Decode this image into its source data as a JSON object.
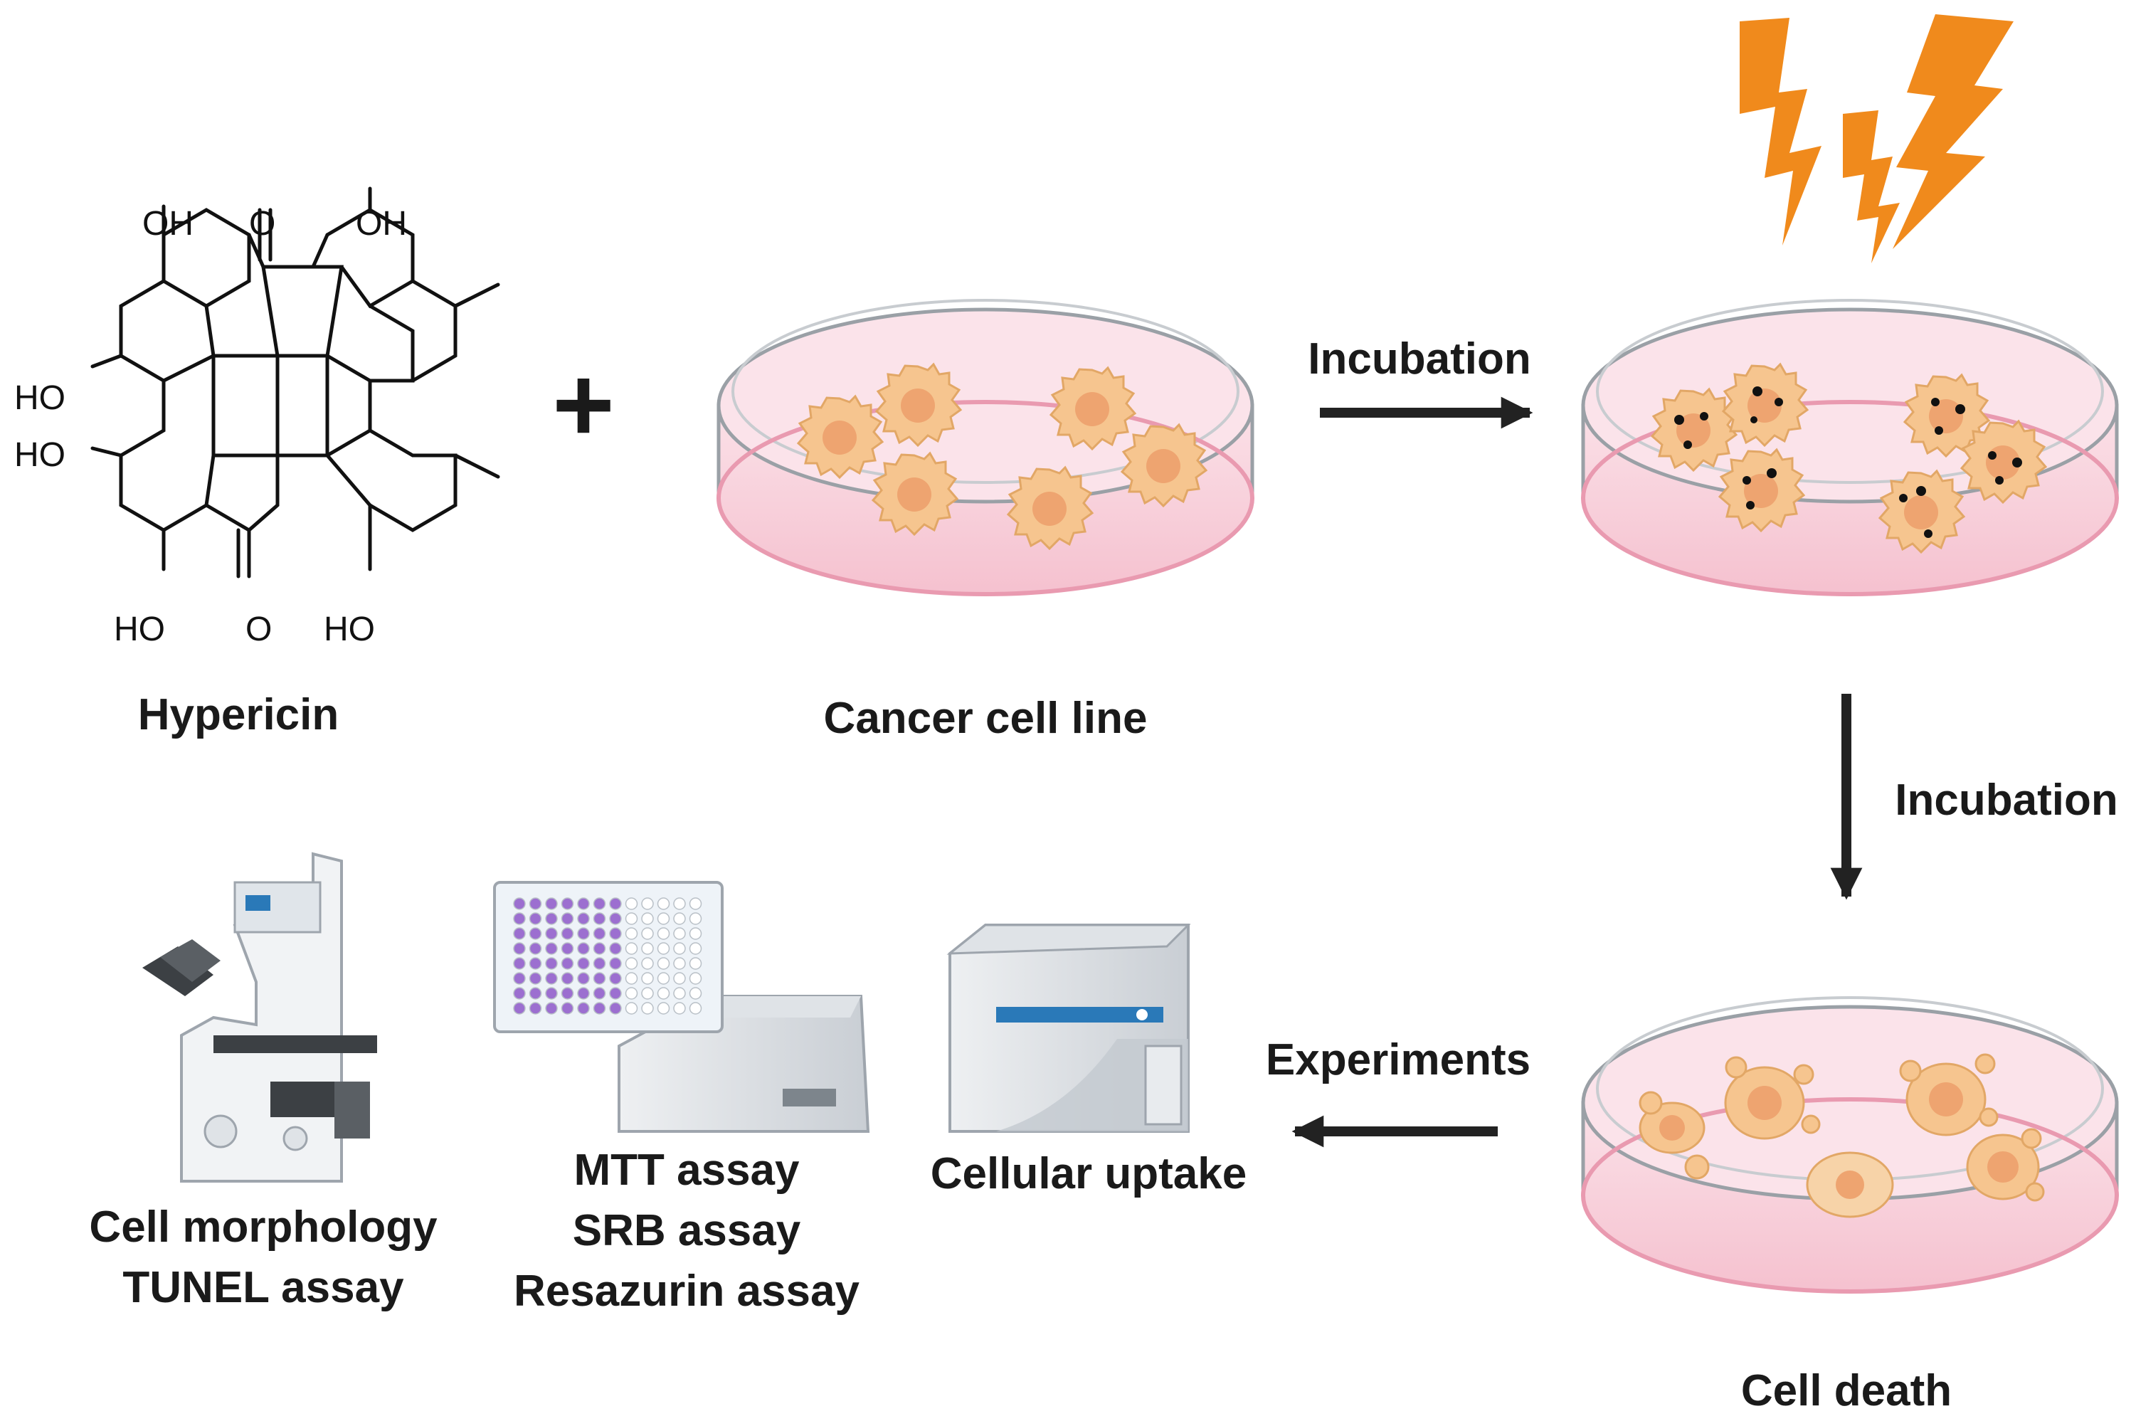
{
  "labels": {
    "hypericin": "Hypericin",
    "cancer_cell_line": "Cancer cell line",
    "incubation_1": "Incubation",
    "incubation_2": "Incubation",
    "cell_death": "Cell death",
    "experiments": "Experiments",
    "cellular_uptake": "Cellular uptake",
    "assay_lines": [
      "MTT assay",
      "SRB assay",
      "Resazurin assay"
    ],
    "microscope_lines": [
      "Cell morphology",
      "TUNEL assay"
    ]
  },
  "molecule": {
    "groups": {
      "oh_top_left": "OH",
      "o_top": "O",
      "oh_top_right": "OH",
      "ho_left_upper": "HO",
      "ho_left_lower": "HO",
      "ho_bottom_left": "HO",
      "o_bottom": "O",
      "ho_bottom_right": "HO"
    }
  },
  "plus_sign": "+",
  "colors": {
    "cell": "#f6c58f",
    "nucleus": "#eea470",
    "dish_liquid": "#f8d3dd",
    "dish_rim": "#e99ab0",
    "light_bolt": "#f08a1c",
    "arrow": "#222222",
    "well_purple": "#9c6fd0"
  },
  "icons": [
    "hypericin-structure",
    "petri-dish-icon",
    "lightning-icon",
    "microscope-icon",
    "well-plate-icon",
    "plate-reader-icon",
    "flow-cytometer-icon"
  ]
}
